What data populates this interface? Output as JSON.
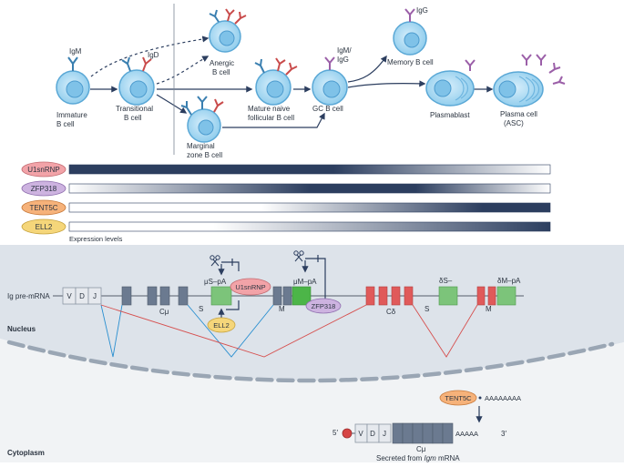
{
  "cells": {
    "immature": [
      "Immature",
      "B cell"
    ],
    "transitional": [
      "Transitional",
      "B cell"
    ],
    "anergic": [
      "Anergic",
      "B cell"
    ],
    "marginal": [
      "Marginal",
      "zone B cell"
    ],
    "mature": [
      "Mature naive",
      "follicular B cell"
    ],
    "gc": "GC B cell",
    "memory": "Memory B cell",
    "plasmablast": "Plasmablast",
    "plasma": [
      "Plasma cell",
      "(ASC)"
    ]
  },
  "antibodies": {
    "igm": "IgM",
    "igd": "IgD",
    "igm_igg": [
      "IgM/",
      "IgG"
    ],
    "igg": "IgG"
  },
  "factors": [
    "U1snRNP",
    "ZFP318",
    "TENT5C",
    "ELL2"
  ],
  "expression_label": "Expression levels",
  "colors": {
    "u1snrnp": "#f2a3a8",
    "zfp318": "#cdb3e0",
    "tent5c": "#f6b27a",
    "ell2": "#f5d67a",
    "bar_dark": "#2c3e5f",
    "cell_fill": "#aad9f2",
    "nucleus_bg": "#dde3ea",
    "igm_blue": "#3a7fb0",
    "igd_red": "#c94b4b",
    "igg_purple": "#9b5fa8",
    "exon_gray": "#6b7a90",
    "exon_red": "#e05a5a",
    "exon_green": "#7cc47a"
  },
  "gene": {
    "pre_mrna_label": "Ig pre-mRNA",
    "v": "V",
    "d": "D",
    "j": "J",
    "cmu": "Cμ",
    "s1": "S",
    "mu_s_pa": "μS–pA",
    "u1snrnp": "U1snRNP",
    "ell2": "ELL2",
    "m1": "M",
    "mu_m_pa": "μM–pA",
    "zfp318": "ZFP318",
    "cdelta": "Cδ",
    "s2": "S",
    "delta_s": "δS–",
    "m2": "M",
    "delta_m_pa": "δM–pA"
  },
  "nucleus_label": "Nucleus",
  "cytoplasm_label": "Cytoplasm",
  "mrna": {
    "tent5c": "TENT5C",
    "polya_long": "AAAAAAAA",
    "five_prime": "5′",
    "v": "V",
    "d": "D",
    "j": "J",
    "polya_short": "AAAAA",
    "three_prime": "3′",
    "cmu": "Cμ",
    "caption_prefix": "Secreted from ",
    "caption_gene": "Igm",
    "caption_suffix": " mRNA"
  }
}
